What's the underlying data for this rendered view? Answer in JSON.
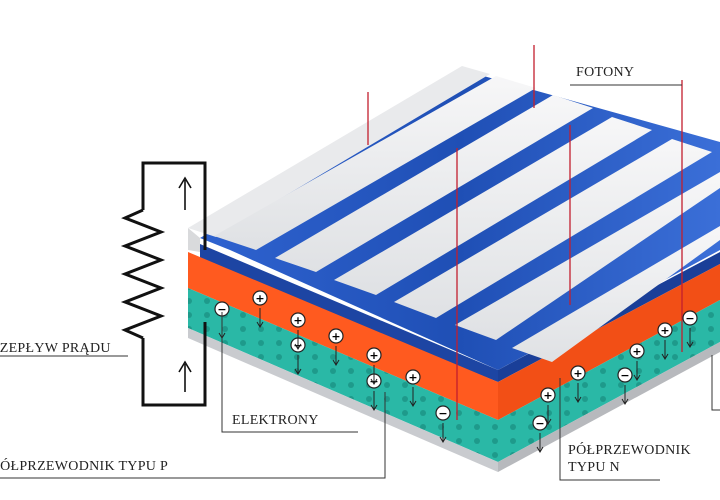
{
  "labels": {
    "fotony": "FOTONY",
    "przeplyw_pradu": "PRZEPŁYW PRĄDU",
    "elektrony": "ELEKTRONY",
    "polprzewodnik_p": "PÓŁPRZEWODNIK TYPU P",
    "polprzewodnik_n_line1": "PÓŁPRZEWODNIK",
    "polprzewodnik_n_line2": "TYPU N"
  },
  "charges": {
    "plus": "+",
    "minus": "−"
  },
  "colors": {
    "n_layer_blue": "#1f4fb5",
    "p_layer_orange": "#ff5a1f",
    "base_teal": "#2ab8a6",
    "contact_fingers": "#eeeff1",
    "photon_lines": "#c21e2e",
    "wire": "#111111"
  },
  "icons": {
    "resistor": "zigzag-resistor-icon",
    "current_arrow": "up-arrow-icon",
    "hole": "plus-circle-icon",
    "electron": "minus-circle-icon"
  }
}
